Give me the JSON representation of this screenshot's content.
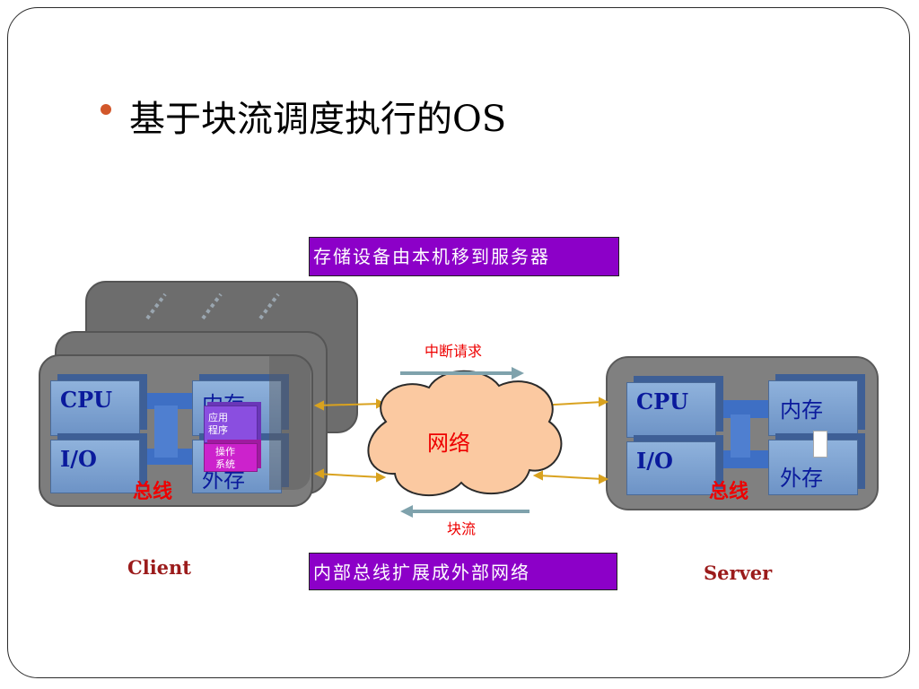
{
  "slide": {
    "title": "基于块流调度执行的OS"
  },
  "banners": {
    "top": "存储设备由本机移到服务器",
    "bottom": "内部总线扩展成外部网络"
  },
  "client": {
    "caption": "Client",
    "cpu": "CPU",
    "io": "I/O",
    "memory": "内存",
    "storage": "外存",
    "bus": "总线",
    "app": "应用程序",
    "os": "操作系统"
  },
  "server": {
    "caption": "Server",
    "cpu": "CPU",
    "io": "I/O",
    "memory": "内存",
    "storage": "外存",
    "bus": "总线"
  },
  "network": {
    "label": "网络",
    "interrupt": "中断请求",
    "blockflow": "块流"
  },
  "colors": {
    "banner": "#8c00c8",
    "chip": "#7aa0d0",
    "cloud": "#fbc9a1",
    "arrow": "#d9a21f",
    "accent_red": "#ee0000"
  }
}
